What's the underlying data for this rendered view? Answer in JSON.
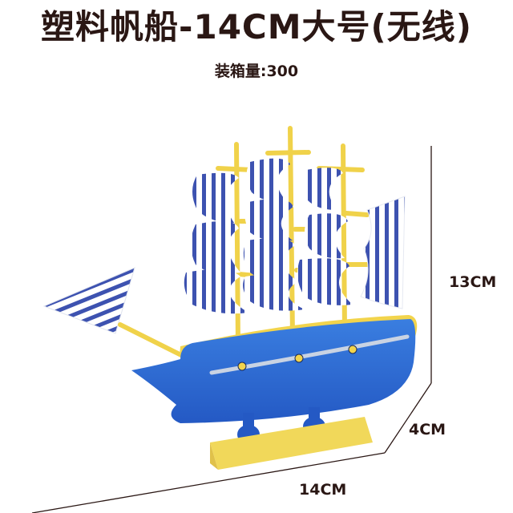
{
  "header": {
    "title": "塑料帆船-14CM大号(无线)",
    "subtitle": "装箱量:300"
  },
  "dimensions": {
    "height_label": "13CM",
    "depth_label": "4CM",
    "width_label": "14CM"
  },
  "product": {
    "description": "Plastic sailing ship model, blue hull, yellow masts and stand, blue-and-white striped sails",
    "colors": {
      "hull": "#2f6fd6",
      "hull_stripe": "#c9d3e3",
      "mast": "#f2d64a",
      "stand": "#f1d85a",
      "sail_stripe": "#3d52b0",
      "sail_base": "#ffffff",
      "text": "#2a1714"
    }
  }
}
